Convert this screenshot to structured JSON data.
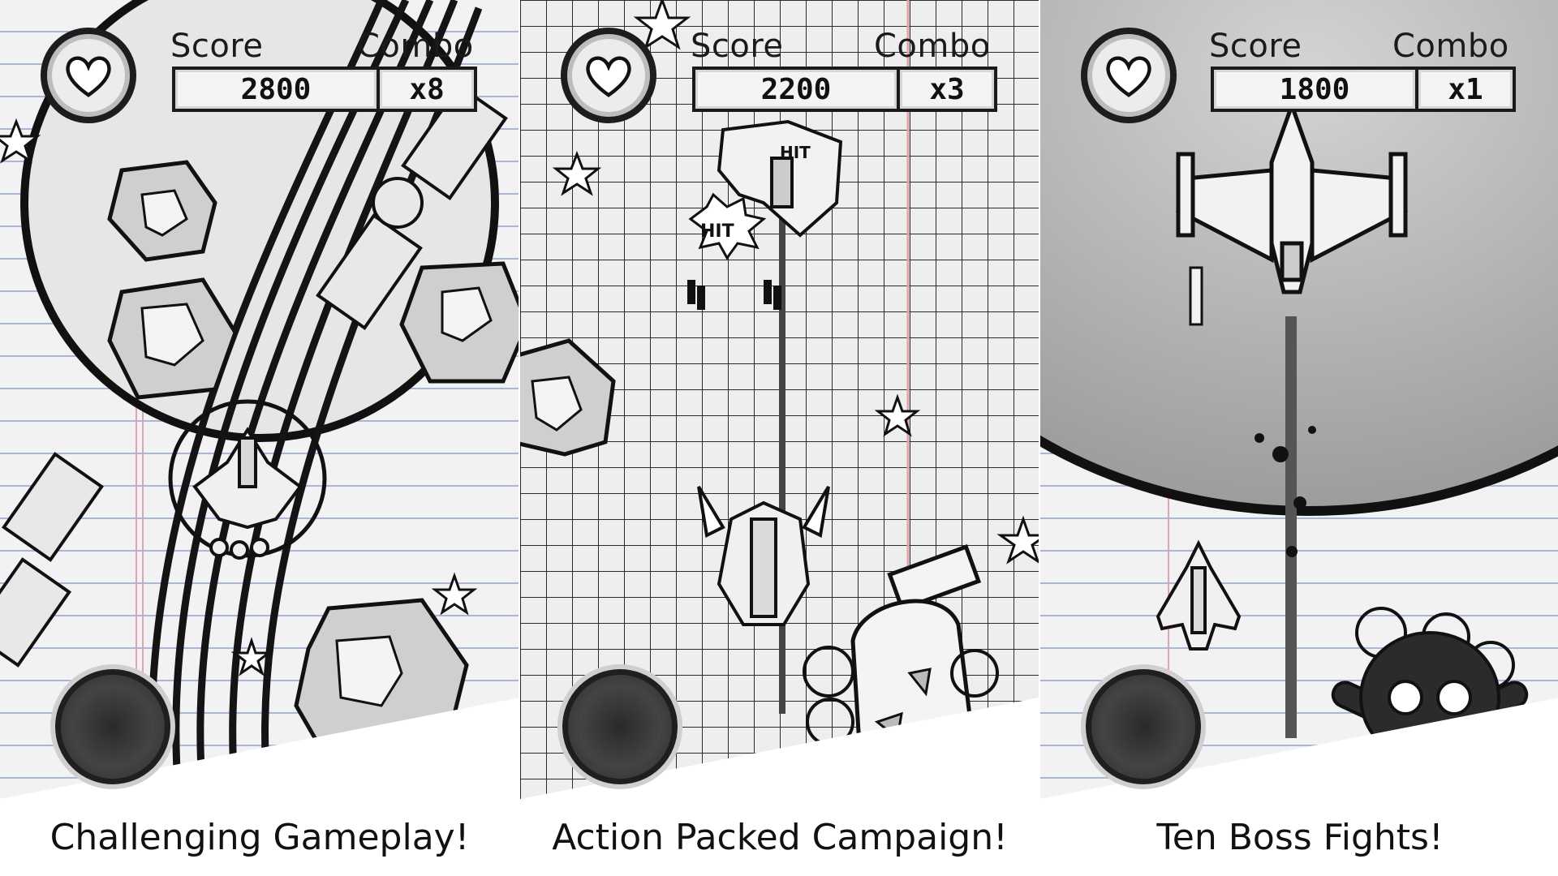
{
  "panels": [
    {
      "score_label": "Score",
      "combo_label": "Combo",
      "score": "2800",
      "combo": "x8",
      "caption": "Challenging Gameplay!"
    },
    {
      "score_label": "Score",
      "combo_label": "Combo",
      "score": "2200",
      "combo": "x3",
      "caption": "Action Packed Campaign!",
      "hit_text": "HIT"
    },
    {
      "score_label": "Score",
      "combo_label": "Combo",
      "score": "1800",
      "combo": "x1",
      "caption": "Ten Boss Fights!"
    }
  ],
  "icons": {
    "lives": "heart-icon",
    "fire": "fire-button",
    "boss": "skull-crossbones-icon",
    "bomb": "radiation-bomb-icon"
  },
  "colors": {
    "ink": "#1a1a1a",
    "paper": "#f2f2f2",
    "ruled_line": "#a9b6d6",
    "margin_line": "#e3a3a8",
    "grid": "#2b2b2b"
  }
}
